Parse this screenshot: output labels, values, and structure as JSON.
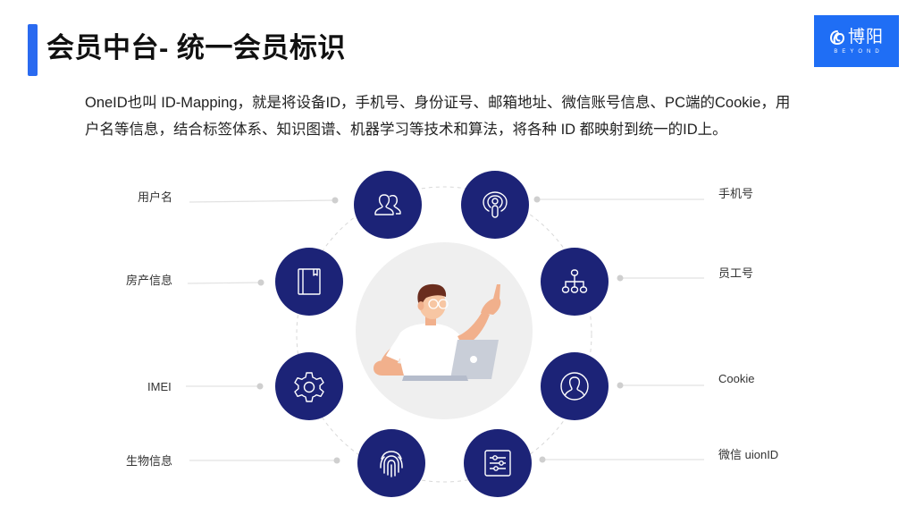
{
  "header": {
    "title": "会员中台- 统一会员标识",
    "accent_color": "#2a6af0"
  },
  "logo": {
    "name": "博阳",
    "subtitle": "BEYOND",
    "background": "#1f6ef5"
  },
  "description": {
    "line1": "OneID也叫 ID-Mapping，就是将设备ID，手机号、身份证号、邮箱地址、微信账号信息、PC端的Cookie，用",
    "line2": "户名等信息，结合标签体系、知识图谱、机器学习等技术和算法，将各种 ID 都映射到统一的ID上。"
  },
  "diagram": {
    "node_color": "#1c2377",
    "center_illustration": "person-with-laptop-pointing-up",
    "nodes": [
      {
        "id": "username",
        "label": "用户名",
        "icon": "users-icon",
        "side": "left"
      },
      {
        "id": "property",
        "label": "房产信息",
        "icon": "book-icon",
        "side": "left"
      },
      {
        "id": "imei",
        "label": "IMEI",
        "icon": "gear-icon",
        "side": "left"
      },
      {
        "id": "biometric",
        "label": "生物信息",
        "icon": "fingerprint-icon",
        "side": "left"
      },
      {
        "id": "phone",
        "label": "手机号",
        "icon": "podcast-icon",
        "side": "right"
      },
      {
        "id": "employee",
        "label": "员工号",
        "icon": "org-chart-icon",
        "side": "right"
      },
      {
        "id": "cookie",
        "label": "Cookie",
        "icon": "user-circle-icon",
        "side": "right"
      },
      {
        "id": "wechat",
        "label": "微信 uionID",
        "icon": "sliders-icon",
        "side": "right"
      }
    ]
  }
}
